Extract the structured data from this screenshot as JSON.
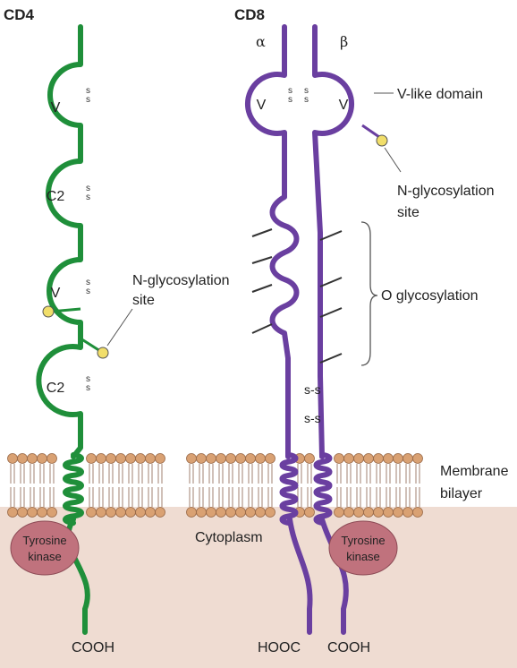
{
  "cd4": {
    "title": "CD4",
    "domains": [
      "V",
      "C2",
      "V",
      "C2"
    ],
    "glyco_label_line1": "N-glycosylation",
    "glyco_label_line2": "site",
    "kinase_line1": "Tyrosine",
    "kinase_line2": "kinase",
    "terminus": "COOH"
  },
  "cd8": {
    "title": "CD8",
    "alpha": "α",
    "beta": "β",
    "alpha_domain": "V",
    "beta_domain": "V",
    "vlike_label": "V-like domain",
    "glyco_label_line1": "N-glycosylation",
    "glyco_label_line2": "site",
    "o_glyco_label": "O glycosylation",
    "disulfide_1": "s-s",
    "disulfide_2": "s-s",
    "kinase_line1": "Tyrosine",
    "kinase_line2": "kinase",
    "alpha_terminus": "HOOC",
    "beta_terminus": "COOH"
  },
  "membrane": {
    "line1": "Membrane",
    "line2": "bilayer"
  },
  "cytoplasm": "Cytoplasm",
  "disulfide_mark": "s",
  "colors": {
    "cd4": "#1f8f3a",
    "cd8": "#6a3fa0",
    "lipid_head": "#d9a173",
    "cytoplasm_bg": "#efdcd2",
    "kinase": "#c0727d",
    "glyco_dot": "#f1de6a"
  }
}
